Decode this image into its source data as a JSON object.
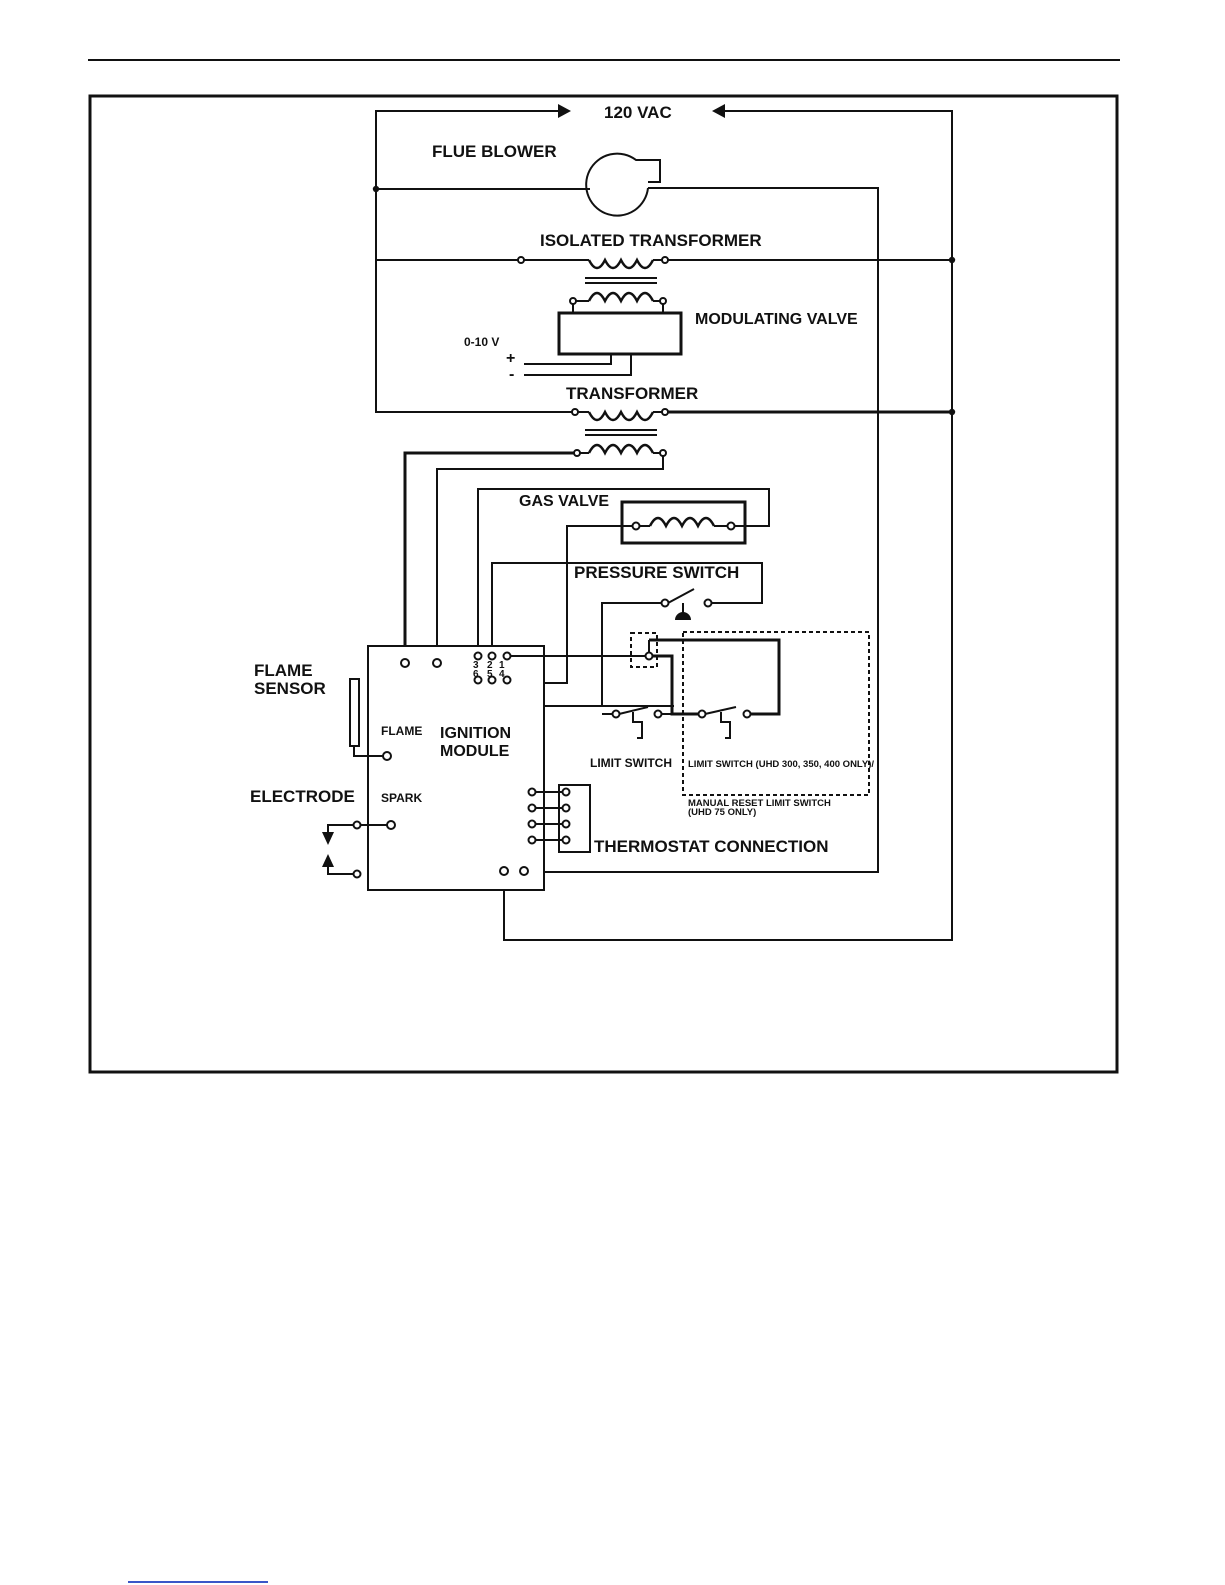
{
  "labels": {
    "supply": "120 VAC",
    "flue_blower": "FLUE BLOWER",
    "isolated_transformer": "ISOLATED TRANSFORMER",
    "modulating_valve": "MODULATING VALVE",
    "control_voltage": "0-10 V",
    "plus": "+",
    "minus": "-",
    "transformer": "TRANSFORMER",
    "gas_valve": "GAS VALVE",
    "pressure_switch": "PRESSURE SWITCH",
    "flame_sensor_line1": "FLAME",
    "flame_sensor_line2": "SENSOR",
    "flame_terminal": "FLAME",
    "ignition_module_line1": "IGNITION",
    "ignition_module_line2": "MODULE",
    "electrode": "ELECTRODE",
    "spark_terminal": "SPARK",
    "limit_switch": "LIMIT SWITCH",
    "limit_switch_uhd": "LIMIT SWITCH (UHD 300, 350, 400 ONLY)/",
    "manual_reset_line1": "MANUAL RESET LIMIT SWITCH",
    "manual_reset_line2": "(UHD 75 ONLY)",
    "thermostat_connection": "THERMOSTAT CONNECTION",
    "pin_3": "3",
    "pin_2": "2",
    "pin_1": "1",
    "pin_6": "6",
    "pin_5": "5",
    "pin_4": "4"
  }
}
